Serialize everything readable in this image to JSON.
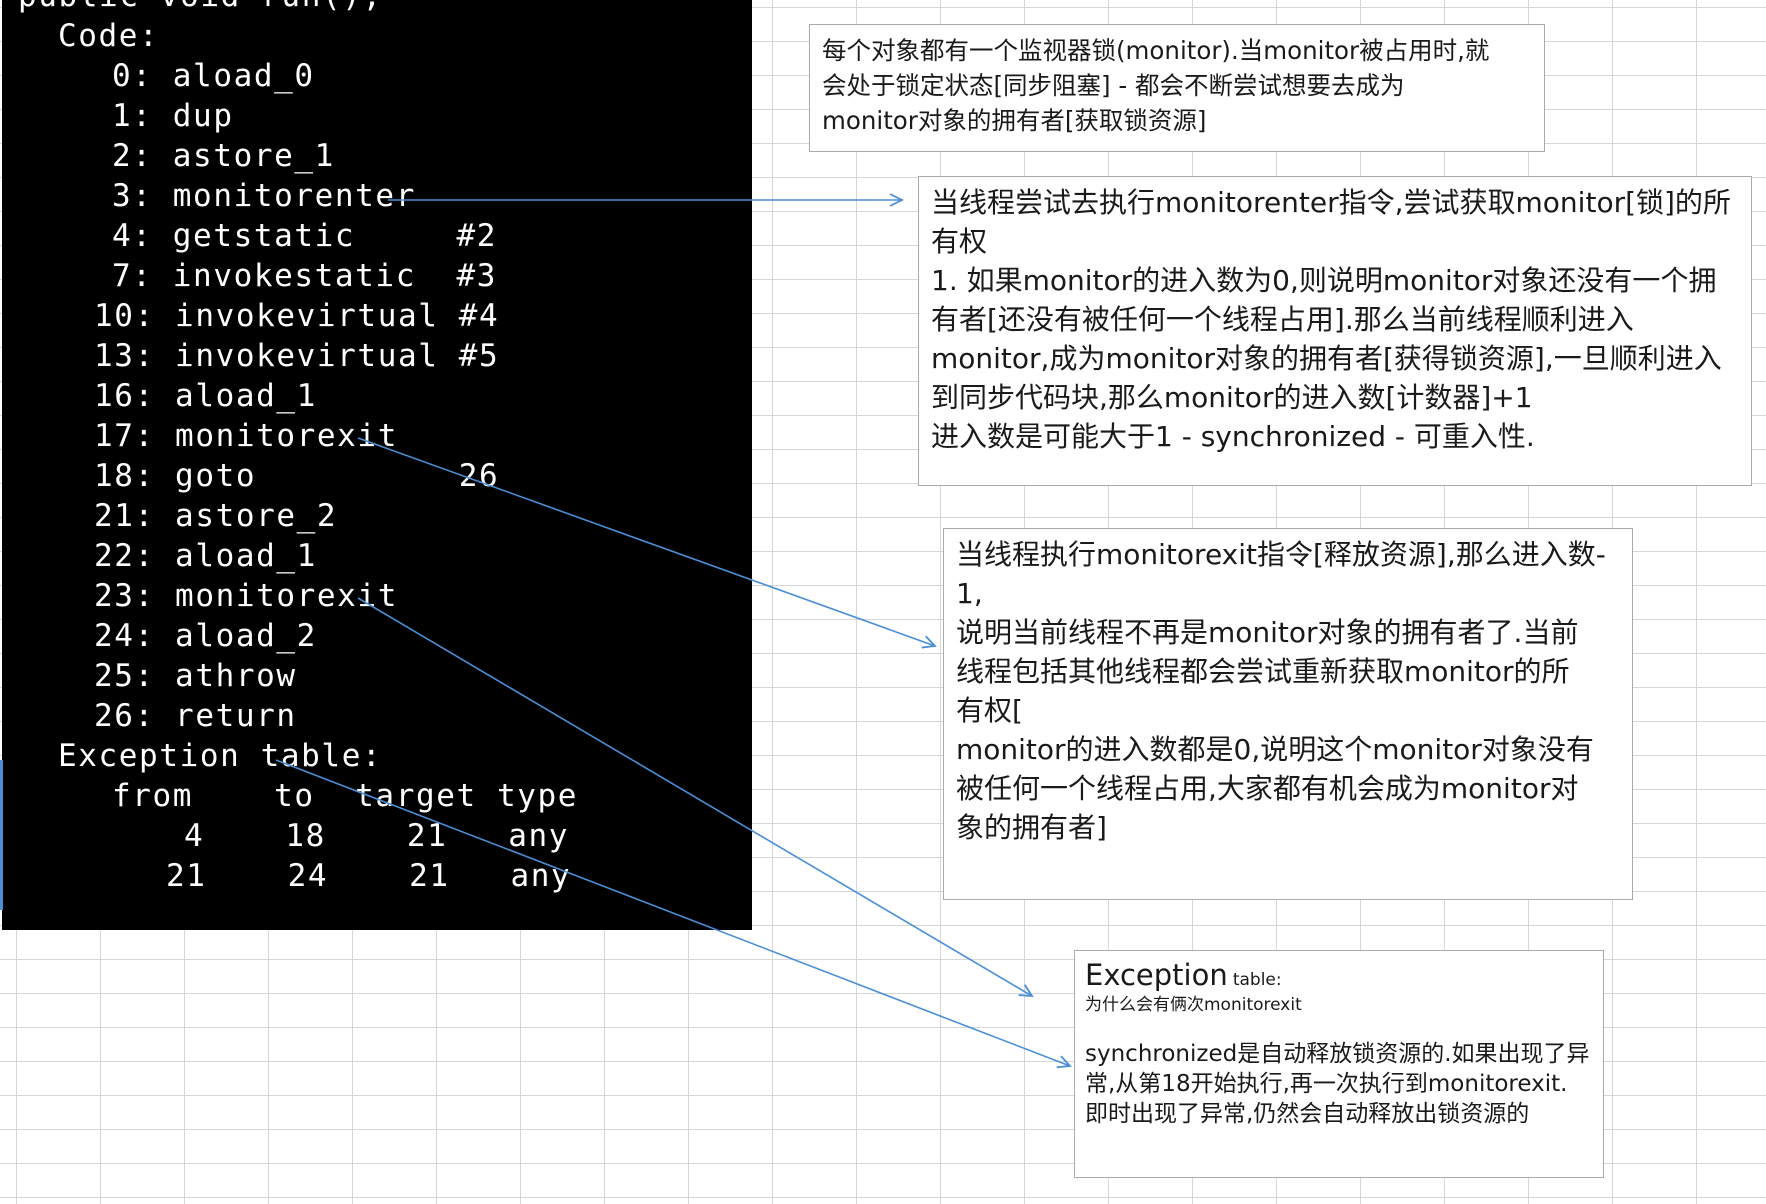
{
  "bytecode": {
    "header_partial": "public void run();",
    "code_label": "Code:",
    "lines": [
      "0: aload_0",
      "1: dup",
      "2: astore_1",
      "3: monitorenter",
      "4: getstatic     #2",
      "7: invokestatic  #3",
      "10: invokevirtual #4",
      "13: invokevirtual #5",
      "16: aload_1",
      "17: monitorexit",
      "18: goto          26",
      "21: astore_2",
      "22: aload_1",
      "23: monitorexit",
      "24: aload_2",
      "25: athrow",
      "26: return"
    ],
    "exception_table_label": "Exception table:",
    "exception_table_header": "from    to  target type",
    "exception_table_rows": [
      "4    18    21   any",
      "21    24    21   any"
    ]
  },
  "notes": {
    "monitor_lock": "每个对象都有一个监视器锁(monitor).当monitor被占用时,就\n会处于锁定状态[同步阻塞] - 都会不断尝试想要去成为\nmonitor对象的拥有者[获取锁资源]",
    "monitorenter": "当线程尝试去执行monitorenter指令,尝试获取monitor[锁]的所\n有权\n1. 如果monitor的进入数为0,则说明monitor对象还没有一个拥\n有者[还没有被任何一个线程占用].那么当前线程顺利进入\nmonitor,成为monitor对象的拥有者[获得锁资源],一旦顺利进入\n到同步代码块,那么monitor的进入数[计数器]+1\n进入数是可能大于1 - synchronized - 可重入性.",
    "monitorexit": "当线程执行monitorexit指令[释放资源],那么进入数-\n1,\n说明当前线程不再是monitor对象的拥有者了.当前\n线程包括其他线程都会尝试重新获取monitor的所\n有权[\nmonitor的进入数都是0,说明这个monitor对象没有\n被任何一个线程占用,大家都有机会成为monitor对\n象的拥有者]",
    "exception": {
      "title_main": "Exception",
      "title_small": "table:",
      "subtitle": "为什么会有俩次monitorexit",
      "body": "synchronized是自动释放锁资源的.如果出现了异\n常,从第18开始执行,再一次执行到monitorexit.\n即时出现了异常,仍然会自动释放出锁资源的"
    }
  },
  "colors": {
    "terminal_bg": "#000000",
    "terminal_text": "#ffffff",
    "arrow": "#4a8fd6",
    "note_border": "#a9a9a9",
    "grid": "#d6d6d6"
  }
}
